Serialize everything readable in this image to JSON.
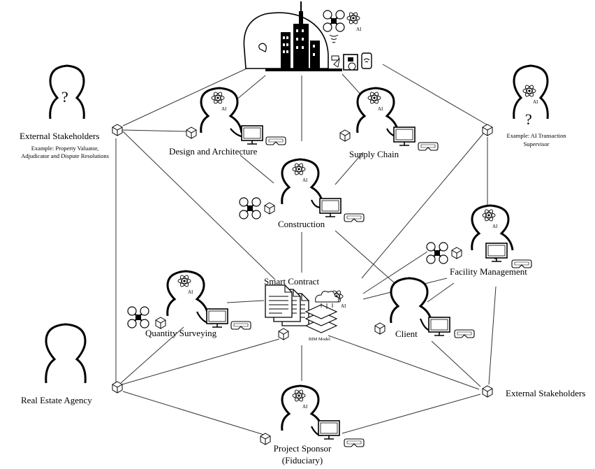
{
  "labels": {
    "external_stakeholders_left": "External Stakeholders",
    "external_stakeholders_left_example_1": "Example: Property Valuator,",
    "external_stakeholders_left_example_2": "Adjudicator and Dispute Resolutions",
    "design_architecture": "Design and Architecture",
    "supply_chain": "Supply Chain",
    "ai_supervisor_example_1": "Example: AI Transaction",
    "ai_supervisor_example_2": "Supervisor",
    "construction": "Construction",
    "smart_contract": "Smart Contract",
    "facility_management": "Facility Management",
    "quantity_surveying": "Quantity Surveying",
    "bim_model": "BIM Model",
    "client": "Client",
    "real_estate_agency": "Real Estate Agency",
    "external_stakeholders_right": "External Stakeholders",
    "project_sponsor_1": "Project Sponsor",
    "project_sponsor_2": "(Fiduciary)"
  },
  "icon_text": {
    "question_mark": "?",
    "ai_badge": "AI"
  }
}
